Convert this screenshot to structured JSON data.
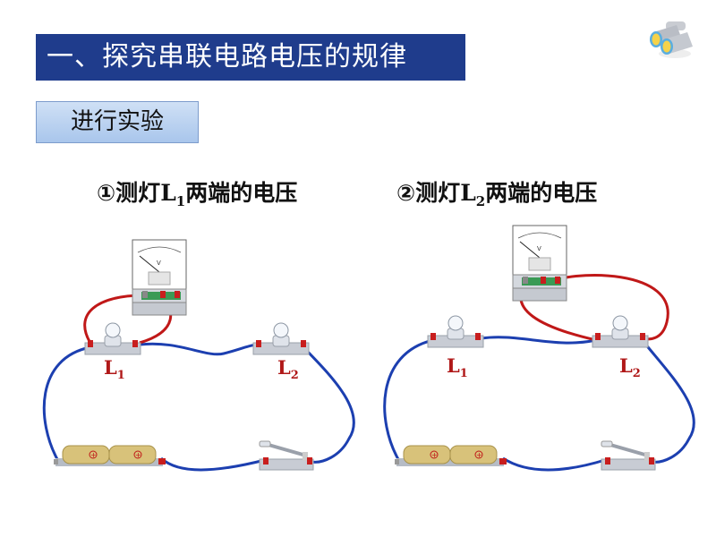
{
  "header": {
    "title": "一、探究串联电路电压的规律"
  },
  "section": {
    "label": "进行实验"
  },
  "experiments": [
    {
      "marker": "①",
      "prefix": "测灯",
      "lamp": "L",
      "sub": "1",
      "suffix": "两端的电压"
    },
    {
      "marker": "②",
      "prefix": "测灯",
      "lamp": "L",
      "sub": "2",
      "suffix": "两端的电压"
    }
  ],
  "circuit_labels": {
    "lamp": "L",
    "l1_sub": "1",
    "l2_sub": "2"
  },
  "icons": [
    "binoculars-icon",
    "voltmeter-icon",
    "lamp-icon",
    "battery-icon",
    "switch-icon"
  ],
  "colors": {
    "title_bg": "#1f3c8c",
    "wire_blue": "#1c3fb0",
    "wire_red": "#c01818",
    "label_red": "#b01818"
  }
}
